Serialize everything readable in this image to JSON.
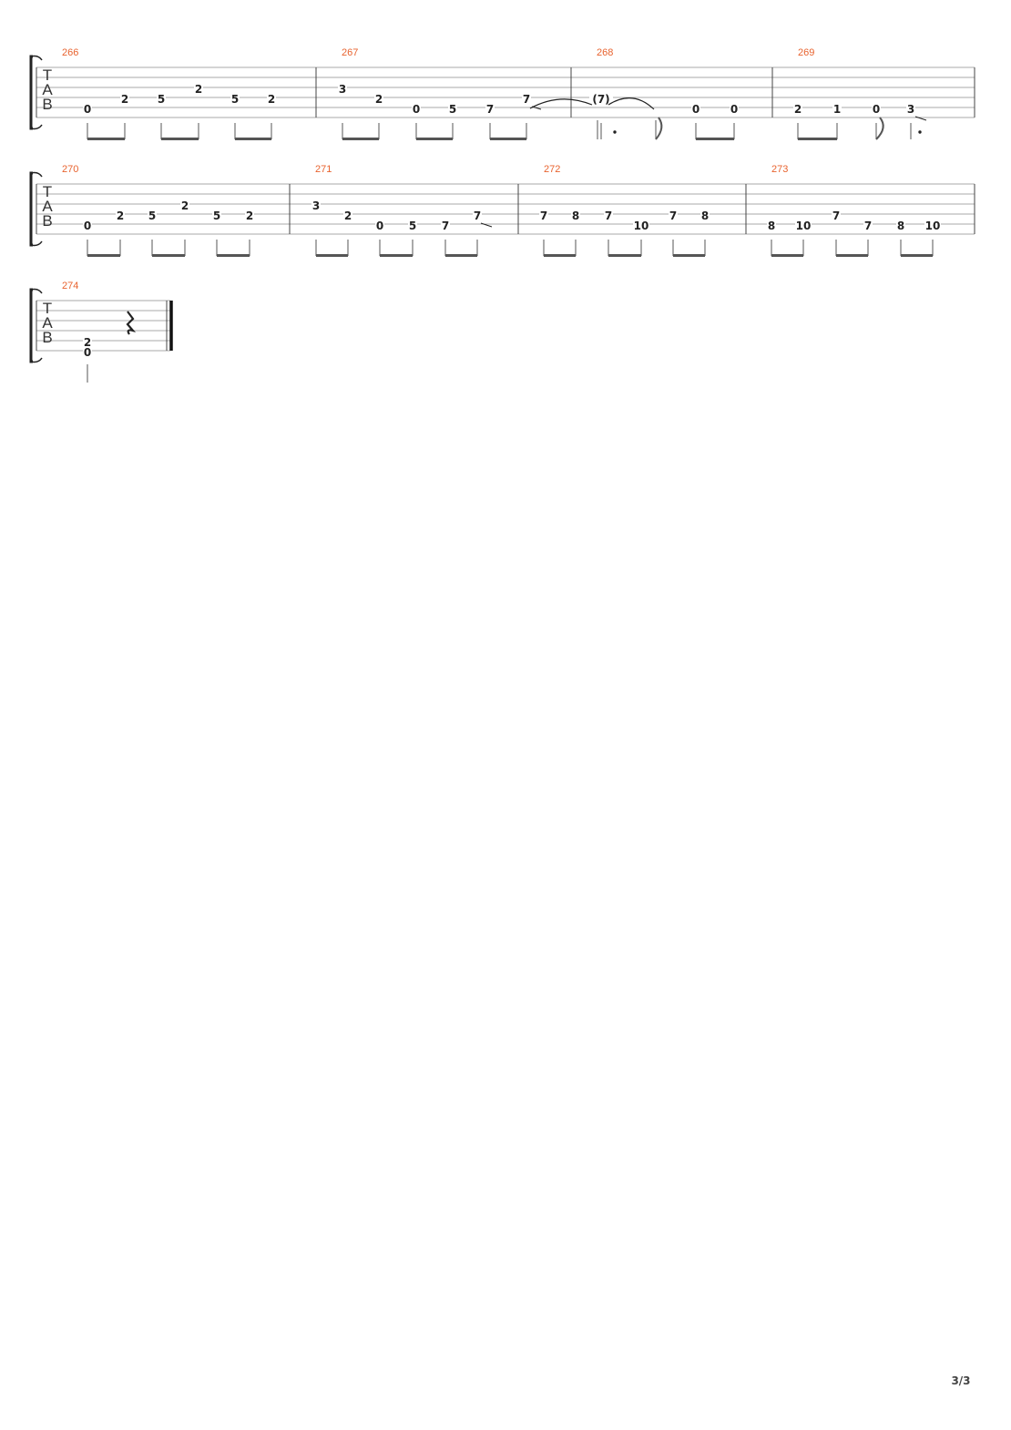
{
  "page": {
    "number": "3/3"
  },
  "clef": [
    "T",
    "A",
    "B"
  ],
  "colors": {
    "measure_number": "#e8632f",
    "staff_line": "#a8a8a8",
    "note": "#222222",
    "stem": "#555555"
  },
  "systems": [
    {
      "measures": [
        {
          "number": "266",
          "notes": [
            {
              "s": 5,
              "f": "0"
            },
            {
              "s": 4,
              "f": "2"
            },
            {
              "s": 4,
              "f": "5"
            },
            {
              "s": 3,
              "f": "2"
            },
            {
              "s": 4,
              "f": "5"
            },
            {
              "s": 4,
              "f": "2"
            }
          ]
        },
        {
          "number": "267",
          "notes": [
            {
              "s": 3,
              "f": "3"
            },
            {
              "s": 4,
              "f": "2"
            },
            {
              "s": 5,
              "f": "0"
            },
            {
              "s": 5,
              "f": "5"
            },
            {
              "s": 5,
              "f": "7"
            },
            {
              "s": 4,
              "f": "7"
            }
          ]
        },
        {
          "number": "268",
          "notes": [
            {
              "s": 4,
              "f": "(7)"
            },
            {
              "s": 5,
              "f": "0"
            },
            {
              "s": 5,
              "f": "0"
            }
          ]
        },
        {
          "number": "269",
          "notes": [
            {
              "s": 5,
              "f": "2"
            },
            {
              "s": 5,
              "f": "1"
            },
            {
              "s": 5,
              "f": "0"
            },
            {
              "s": 5,
              "f": "3"
            }
          ]
        }
      ]
    },
    {
      "measures": [
        {
          "number": "270",
          "notes": [
            {
              "s": 5,
              "f": "0"
            },
            {
              "s": 4,
              "f": "2"
            },
            {
              "s": 4,
              "f": "5"
            },
            {
              "s": 3,
              "f": "2"
            },
            {
              "s": 4,
              "f": "5"
            },
            {
              "s": 4,
              "f": "2"
            }
          ]
        },
        {
          "number": "271",
          "notes": [
            {
              "s": 3,
              "f": "3"
            },
            {
              "s": 4,
              "f": "2"
            },
            {
              "s": 5,
              "f": "0"
            },
            {
              "s": 5,
              "f": "5"
            },
            {
              "s": 5,
              "f": "7"
            },
            {
              "s": 4,
              "f": "7"
            }
          ]
        },
        {
          "number": "272",
          "notes": [
            {
              "s": 4,
              "f": "7"
            },
            {
              "s": 4,
              "f": "8"
            },
            {
              "s": 4,
              "f": "7"
            },
            {
              "s": 5,
              "f": "10"
            },
            {
              "s": 4,
              "f": "7"
            },
            {
              "s": 4,
              "f": "8"
            }
          ]
        },
        {
          "number": "273",
          "notes": [
            {
              "s": 5,
              "f": "8"
            },
            {
              "s": 5,
              "f": "10"
            },
            {
              "s": 4,
              "f": "7"
            },
            {
              "s": 5,
              "f": "7"
            },
            {
              "s": 5,
              "f": "8"
            },
            {
              "s": 5,
              "f": "10"
            }
          ]
        }
      ]
    },
    {
      "measures": [
        {
          "number": "274",
          "notes": [
            {
              "s": 5,
              "f": "2"
            },
            {
              "s": 6,
              "f": "0"
            }
          ]
        }
      ]
    }
  ]
}
